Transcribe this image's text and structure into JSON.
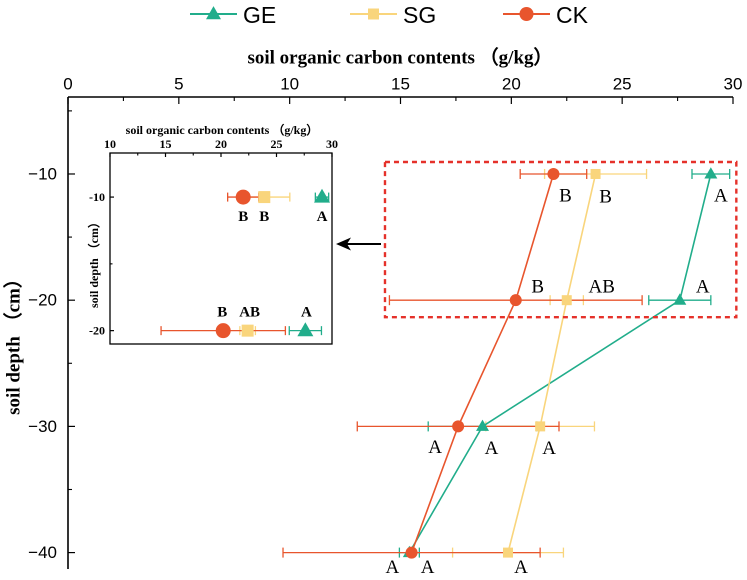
{
  "chart_data": [
    {
      "type": "line",
      "title": "",
      "xlabel": "soil organic carbon contents （g/kg）",
      "ylabel": "soil depth （cm）",
      "x_axis_position": "top",
      "xlim": [
        0,
        30
      ],
      "ylim": [
        -41.3,
        -3.9
      ],
      "x_ticks": [
        0,
        5,
        10,
        15,
        20,
        25,
        30
      ],
      "y_ticks": [
        -10,
        -20,
        -30,
        -40
      ],
      "y_tick_labels": [
        "−10",
        "−20",
        "−30",
        "−40"
      ],
      "grid": false,
      "legend_position": "top",
      "y": [
        -10,
        -20,
        -30,
        -40
      ],
      "series": [
        {
          "name": "GE",
          "color": "#21ad8b",
          "marker": "triangle",
          "x": [
            29.0,
            27.6,
            18.7,
            15.4
          ],
          "error": [
            0.85,
            1.4,
            2.45,
            0.45
          ],
          "letters": [
            "A",
            "A",
            "A",
            "A"
          ]
        },
        {
          "name": "SG",
          "color": "#f9d57c",
          "marker": "square",
          "x": [
            23.8,
            22.5,
            21.3,
            19.85
          ],
          "error": [
            2.3,
            0.75,
            2.45,
            2.5
          ],
          "letters": [
            "B",
            "AB",
            "A",
            "A"
          ]
        },
        {
          "name": "CK",
          "color": "#e8552d",
          "marker": "circle",
          "x": [
            21.9,
            20.2,
            17.6,
            15.5
          ],
          "error": [
            1.5,
            5.7,
            4.55,
            5.8
          ],
          "letters": [
            "B",
            "B",
            "A",
            "A"
          ]
        }
      ],
      "highlight_box_color": "#e5312a"
    },
    {
      "type": "scatter",
      "title": "",
      "xlabel": "soil organic carbon contents （g/kg）",
      "ylabel": "soil depth （cm）",
      "x_axis_position": "top",
      "xlim": [
        10,
        30
      ],
      "ylim": [
        -21.0,
        -6.7
      ],
      "x_ticks": [
        10,
        15,
        20,
        25,
        30
      ],
      "y_ticks": [
        -10,
        -20
      ],
      "y_tick_labels": [
        "-10",
        "-20"
      ],
      "grid": false,
      "y": [
        -10,
        -20
      ],
      "series": [
        {
          "color": "#21ad8b",
          "marker": "triangle",
          "x": [
            29.1,
            27.6
          ],
          "error": [
            0.6,
            1.45
          ],
          "letters": [
            "A",
            "A"
          ]
        },
        {
          "color": "#f9d57c",
          "marker": "square",
          "x": [
            23.9,
            22.4
          ],
          "error": [
            2.3,
            0.7
          ],
          "letters": [
            "B",
            "AB"
          ]
        },
        {
          "color": "#e8552d",
          "marker": "circle",
          "x": [
            22.0,
            20.2
          ],
          "error": [
            1.4,
            5.6
          ],
          "letters": [
            "B",
            "B"
          ]
        }
      ]
    }
  ]
}
